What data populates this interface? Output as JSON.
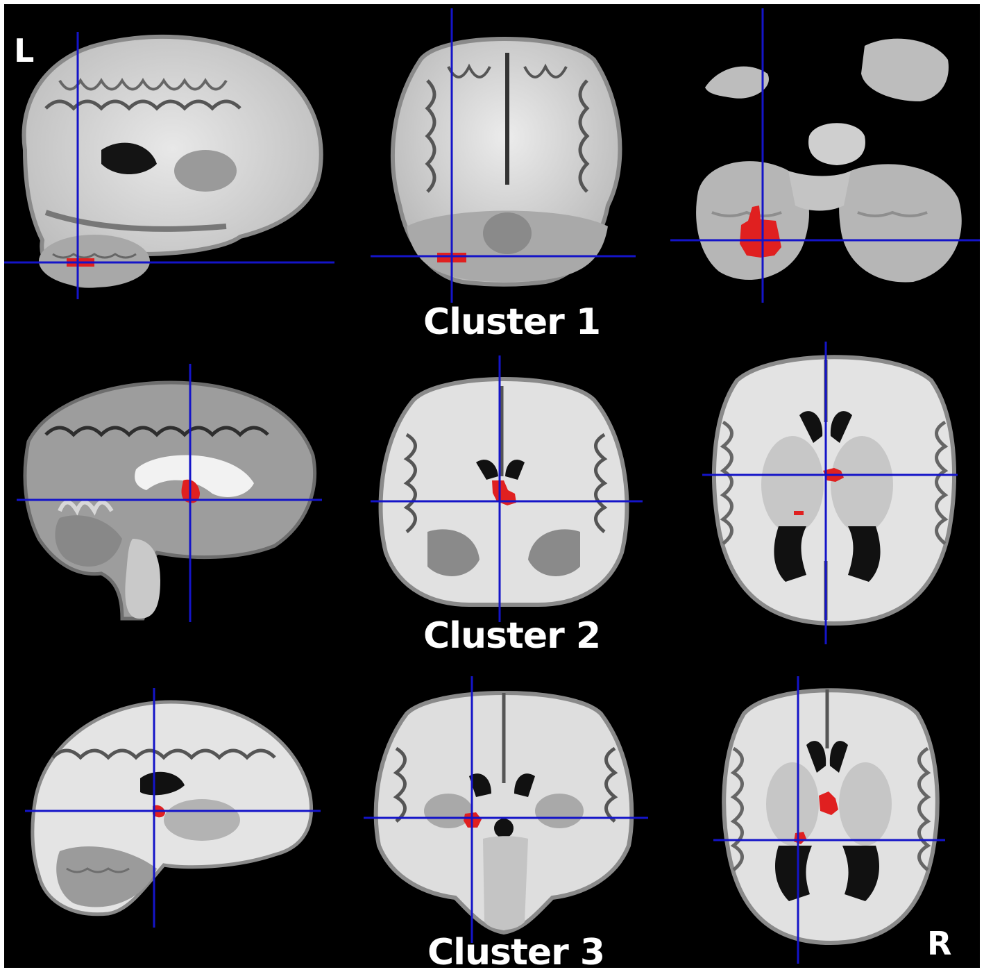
{
  "figure": {
    "background": "#000000",
    "crosshair_color": "#1414c8",
    "activation_color": "#e02020",
    "orientation": {
      "left": "L",
      "right": "R"
    },
    "rows": [
      {
        "caption": "Cluster 1",
        "views": [
          "sagittal",
          "coronal",
          "axial"
        ]
      },
      {
        "caption": "Cluster 2",
        "views": [
          "sagittal",
          "coronal",
          "axial"
        ]
      },
      {
        "caption": "Cluster 3",
        "views": [
          "sagittal",
          "coronal",
          "axial"
        ]
      }
    ]
  }
}
